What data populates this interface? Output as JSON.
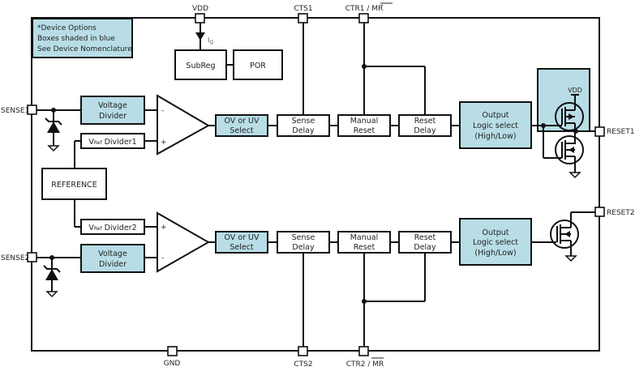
{
  "colors": {
    "device_option_fill": "#b8dde6",
    "line": "#111111",
    "background": "#ffffff"
  },
  "note": {
    "line1": "*Device Options",
    "line2": "Boxes shaded in blue",
    "line3": "See Device Nomenclature"
  },
  "pins": {
    "vdd": "VDD",
    "cts1": "CTS1",
    "ctr1": "CTR1 / ",
    "ctr1_bar": "MR",
    "sense1": "SENSE1",
    "sense2": "SENSE2",
    "reset1": "RESET1",
    "reset2": "RESET2",
    "gnd": "GND",
    "cts2": "CTS2",
    "ctr2": "CTR2 / ",
    "ctr2_bar": "MR"
  },
  "supply": {
    "iq_label": "I",
    "iq_sub": "Q",
    "subreg": "SubReg",
    "por": "POR"
  },
  "reference": "REFERENCE",
  "channel1": {
    "voltage_divider": [
      "Voltage",
      "Divider"
    ],
    "vref_divider_prefix": "V",
    "vref_divider_sub": "Ref",
    "vref_divider_suffix": " Divider1",
    "comparator_minus": "-",
    "comparator_plus": "+",
    "ov_uv_select": [
      "OV or UV",
      "Select"
    ],
    "sense_delay": [
      "Sense",
      "Delay"
    ],
    "manual_reset": [
      "Manual",
      "Reset"
    ],
    "reset_delay": [
      "Reset",
      "Delay"
    ],
    "output_logic": [
      "Output",
      "Logic select",
      "(High/Low)"
    ],
    "push_pull_vdd": "VDD"
  },
  "channel2": {
    "voltage_divider": [
      "Voltage",
      "Divider"
    ],
    "vref_divider_prefix": "V",
    "vref_divider_sub": "Ref",
    "vref_divider_suffix": " Divider2",
    "comparator_minus": "-",
    "comparator_plus": "+",
    "ov_uv_select": [
      "OV or UV",
      "Select"
    ],
    "sense_delay": [
      "Sense",
      "Delay"
    ],
    "manual_reset": [
      "Manual",
      "Reset"
    ],
    "reset_delay": [
      "Reset",
      "Delay"
    ],
    "output_logic": [
      "Output",
      "Logic select",
      "(High/Low)"
    ]
  }
}
